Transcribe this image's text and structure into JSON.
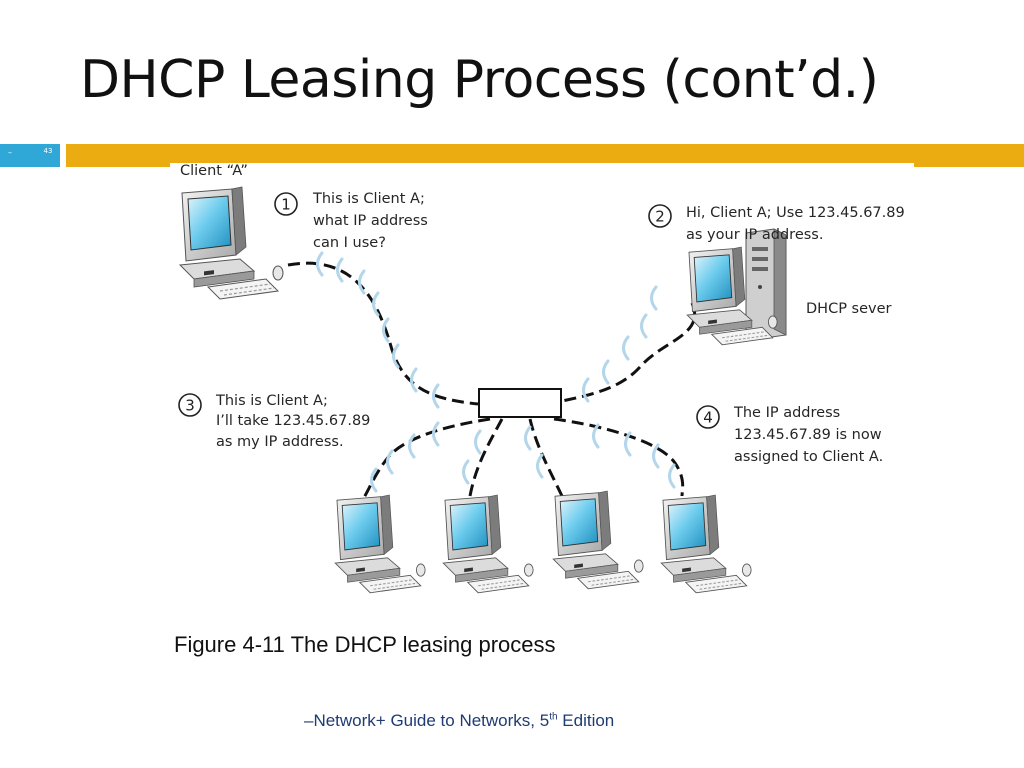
{
  "slide": {
    "title": "DHCP Leasing Process (cont’d.)",
    "dash": "–",
    "page_number": "43"
  },
  "colors": {
    "accent_bar": "#EAAC10",
    "number_box": "#2FA8D8",
    "footer_text": "#1E3B73"
  },
  "diagram": {
    "client_label": "Client “A”",
    "server_label": "DHCP sever",
    "steps": [
      {
        "number": "1",
        "lines": [
          "This is Client A;",
          "what IP address",
          "can I use?"
        ]
      },
      {
        "number": "2",
        "lines": [
          "Hi, Client A; Use 123.45.67.89",
          "as your IP address."
        ]
      },
      {
        "number": "3",
        "lines": [
          "This is Client A;",
          "I’ll take 123.45.67.89",
          "as my IP address."
        ]
      },
      {
        "number": "4",
        "lines": [
          "The IP address",
          "123.45.67.89 is now",
          "assigned to Client A."
        ]
      }
    ]
  },
  "caption": "Figure 4-11 The DHCP leasing process",
  "footer": {
    "prefix": "–Network+ Guide to Networks, 5",
    "superscript": "th",
    "suffix": " Edition"
  }
}
